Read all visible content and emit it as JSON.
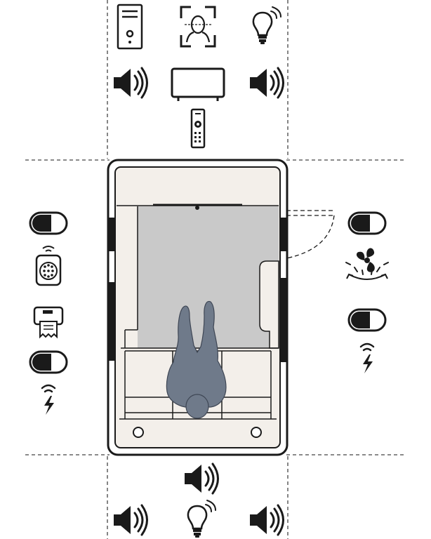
{
  "diagram": {
    "palette": {
      "ink": "#1a1a1a",
      "floor": "#c9c9c9",
      "room_fill": "#f3efea",
      "person": "#6f7a8a",
      "person_outline": "#3e4654",
      "guide": "#444444"
    },
    "zones": {
      "top": [
        "pc-tower",
        "face-recognition",
        "smart-bulb",
        "speaker",
        "tv",
        "speaker",
        "remote-control"
      ],
      "left": [
        "toggle-switch",
        "smart-lock-keypad",
        "receipt-printer",
        "toggle-switch",
        "wireless-power"
      ],
      "right": [
        "toggle-switch",
        "ceiling-fan",
        "toggle-switch",
        "wireless-power"
      ],
      "bottom": [
        "speaker",
        "speaker",
        "smart-bulb",
        "speaker"
      ]
    },
    "room": {
      "occupant": "person-lying-on-bed",
      "door": "swing-door-right"
    }
  }
}
